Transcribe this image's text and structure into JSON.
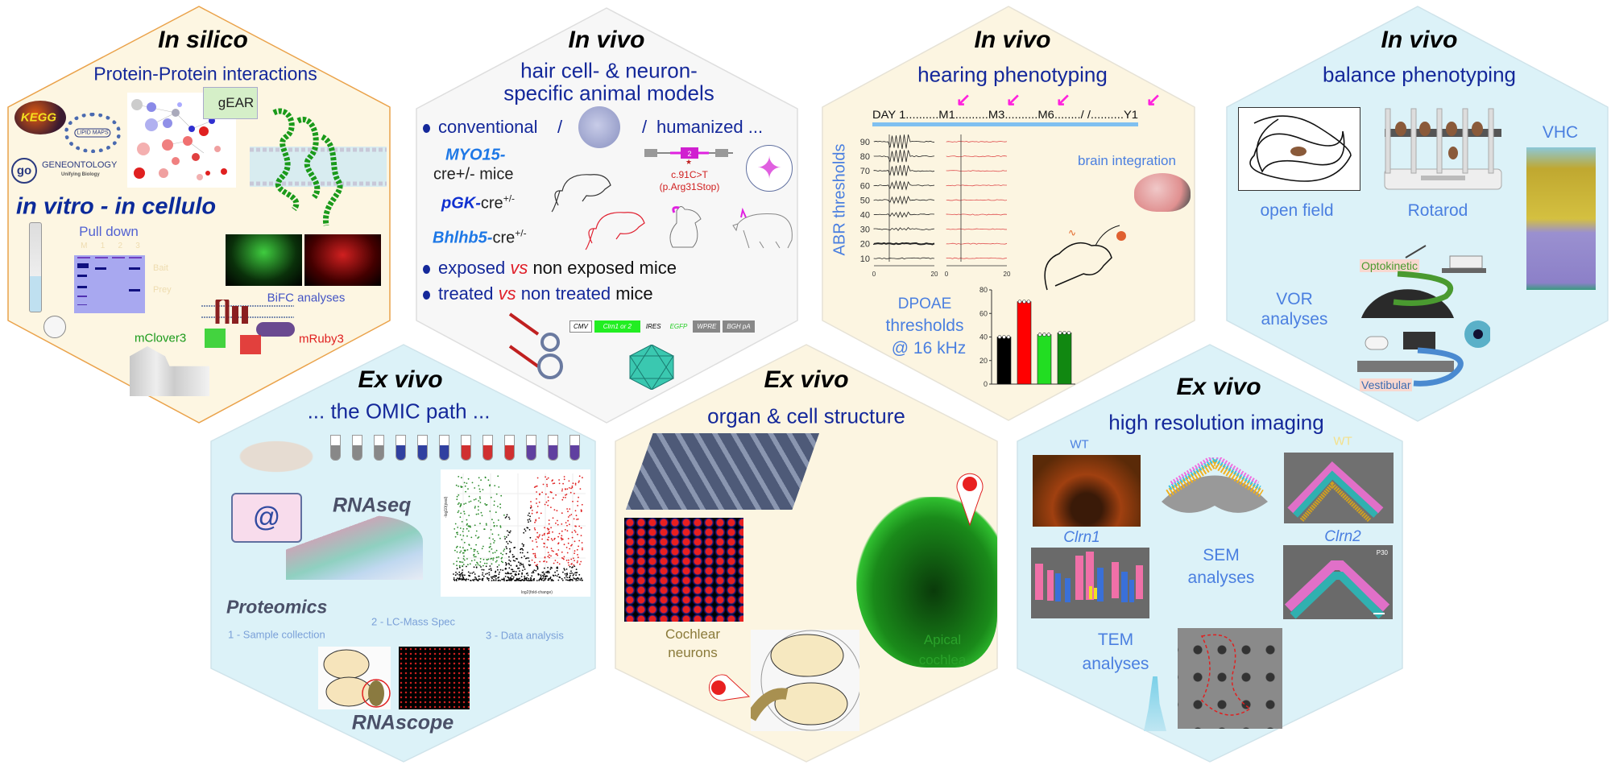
{
  "in_silico": {
    "title": "In silico",
    "subtitle": "Protein-Protein interactions",
    "logos": {
      "kegg": "KEGG",
      "lipid_maps": "LIPID MAPS",
      "gene_ontology": "GENEONTOLOGY",
      "gene_ontology_tagline": "Unifying Biology",
      "gear": "gEAR"
    },
    "section": "in vitro - in cellulo",
    "pull_down": "Pull down",
    "gel_lanes": [
      "M",
      "1",
      "2",
      "3"
    ],
    "gel_bands": [
      "Bait",
      "Prey"
    ],
    "bifc": "BiFC analyses",
    "mclover": "mClover3",
    "mruby": "mRuby3"
  },
  "in_vivo_models": {
    "title": "In vivo",
    "subtitle_line1": "hair cell- & neuron-",
    "subtitle_line2": "specific animal models",
    "conventional": "conventional",
    "slash": "/",
    "humanized": "humanized ...",
    "myo15": "MYO15-",
    "myo15_suffix": "cre+/- mice",
    "pgk": "pGK-",
    "bhlhb5": "Bhlhb5-",
    "cre": "cre",
    "cre_sup": "+/-",
    "exposed": {
      "a": "exposed",
      "vs": "vs",
      "b": "non exposed mice"
    },
    "treated": {
      "a": "treated",
      "vs": "vs",
      "b": "non treated",
      "c": "mice"
    },
    "mutation": "c.91C>T",
    "protein_change": "(p.Arg31Stop)",
    "exon_label": "2",
    "construct": [
      "CMV",
      "Clrn1 or 2",
      "IRES",
      "EGFP",
      "WPRE",
      "BGH pA"
    ]
  },
  "hearing": {
    "title": "In vivo",
    "subtitle": "hearing phenotyping",
    "timeline": "DAY 1..........M1..........M3..........M6......../ /..........Y1",
    "abr_label": "ABR thresholds",
    "abr_ticks": [
      "90",
      "80",
      "70",
      "60",
      "50",
      "40",
      "30",
      "20",
      "10"
    ],
    "abr_x_ticks": [
      "0",
      "20",
      "0",
      "20"
    ],
    "brain_integration": "brain integration",
    "dpoae_line1": "DPOAE",
    "dpoae_line2": "thresholds",
    "dpoae_line3": "@ 16 kHz",
    "colors": {
      "accent_arrow": "#ff22dd",
      "timeline": "#7fc0f0"
    }
  },
  "chart_data": {
    "type": "bar",
    "title": "DPOAE thresholds @ 16 kHz",
    "categories": [
      "black",
      "red",
      "light green",
      "dark green"
    ],
    "values": [
      40,
      70,
      42,
      43.5
    ],
    "colors": [
      "#000000",
      "#ff0000",
      "#22dd22",
      "#118811"
    ],
    "ylim": [
      0,
      80
    ],
    "yticks": [
      "0",
      "20",
      "40",
      "60",
      "80"
    ],
    "xlabel": "",
    "ylabel": ""
  },
  "balance": {
    "title": "In vivo",
    "subtitle": "balance phenotyping",
    "open_field": "open field",
    "rotarod": "Rotarod",
    "vhc": "VHC",
    "vor_line1": "VOR",
    "vor_line2": "analyses",
    "optokinetic": "Optokinetic",
    "vestibular": "Vestibular"
  },
  "omic": {
    "title": "Ex vivo",
    "subtitle": "... the OMIC path ...",
    "rnaseq": "RNAseq",
    "proteomics": "Proteomics",
    "step1": "1 - Sample collection",
    "step2": "2 - LC-Mass Spec",
    "step3": "3 - Data analysis",
    "rnascope": "RNAscope",
    "volcano_xlabel": "log2(fold-change)",
    "volcano_ylabel": "-log10(pval)"
  },
  "organ": {
    "title": "Ex vivo",
    "subtitle": "organ & cell structure",
    "cochlear_line1": "Cochlear",
    "cochlear_line2": "neurons",
    "apical_line1": "Apical",
    "apical_line2": "cochlea"
  },
  "imaging": {
    "title": "Ex vivo",
    "subtitle": "high resolution imaging",
    "wt_left": "WT",
    "wt_right": "WT",
    "clrn1": "Clrn1",
    "clrn2": "Clrn2",
    "p30": "P30",
    "sem_line1": "SEM",
    "sem_line2": "analyses",
    "tem_line1": "TEM",
    "tem_line2": "analyses"
  }
}
